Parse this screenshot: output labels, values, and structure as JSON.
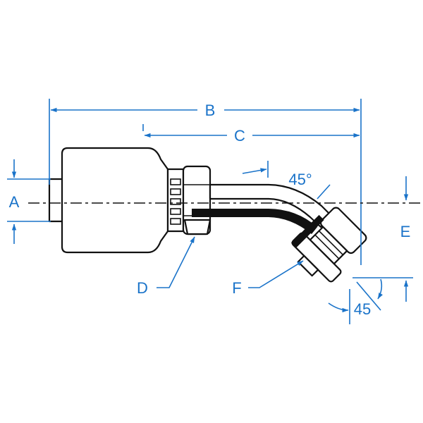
{
  "colors": {
    "outline": "#111111",
    "dimension": "#1a73c9",
    "background": "#ffffff"
  },
  "labels": {
    "A": "A",
    "B": "B",
    "C": "C",
    "D": "D",
    "E": "E",
    "F": "F",
    "bend_angle": "45°",
    "end_angle": "45"
  }
}
